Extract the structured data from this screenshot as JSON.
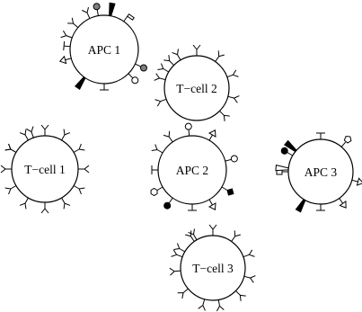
{
  "cells": [
    {
      "id": "apc1",
      "label": "APC 1",
      "kind": "apc",
      "receptors": [
        "fork",
        "fork",
        "fork",
        "grey-dot",
        "cone-black",
        "flag",
        "triangle",
        "bar",
        "grey-dot",
        "dot",
        "cone-black",
        "bar"
      ]
    },
    {
      "id": "tcell2",
      "label": "T−cell 2",
      "kind": "tcell",
      "receptors": [
        "fork",
        "fork",
        "fork",
        "fork",
        "fork",
        "fork",
        "fork",
        "fork",
        "fork",
        "fork"
      ]
    },
    {
      "id": "tcell1",
      "label": "T−cell 1",
      "kind": "tcell",
      "receptors": [
        "fork",
        "fork",
        "fork",
        "fork",
        "fork",
        "fork",
        "fork",
        "fork",
        "fork",
        "fork",
        "fork",
        "fork",
        "fork",
        "fork"
      ]
    },
    {
      "id": "apc2",
      "label": "APC 2",
      "kind": "apc",
      "receptors": [
        "dot",
        "triangle",
        "dot",
        "diamond-black",
        "triangle",
        "bar",
        "dot-black",
        "hexagon",
        "bar",
        "fork",
        "fork"
      ]
    },
    {
      "id": "apc3",
      "label": "APC 3",
      "kind": "apc",
      "receptors": [
        "bar",
        "pentagon",
        "cone-black",
        "triangle",
        "triangle",
        "cone-black",
        "bar",
        "square",
        "cone",
        "dot-black"
      ]
    },
    {
      "id": "tcell3",
      "label": "T−cell 3",
      "kind": "tcell",
      "receptors": [
        "fork",
        "fork",
        "fork",
        "fork",
        "fork",
        "fork",
        "fork",
        "fork",
        "fork",
        "fork",
        "fork",
        "fork",
        "fork"
      ]
    }
  ]
}
